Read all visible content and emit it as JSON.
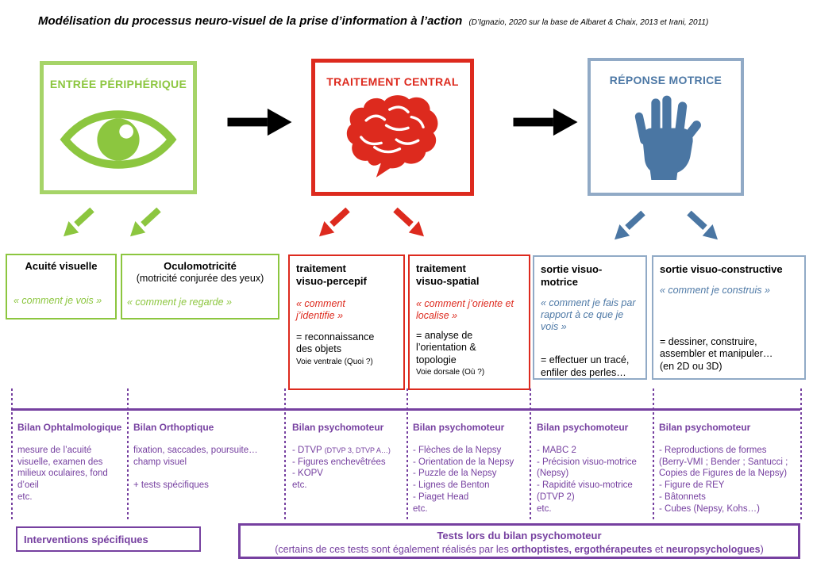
{
  "title": {
    "main": "Modélisation du processus neuro-visuel de la prise d’information à l’action",
    "citation": "(D’Ignazio, 2020  sur la base de Albaret & Chaix, 2013 et Irani, 2011)"
  },
  "colors": {
    "green": "#8cc63f",
    "red": "#dd2a1e",
    "blue": "#4a76a3",
    "purple": "#7640a0"
  },
  "stages": [
    {
      "label": "ENTRÉE PÉRIPHÉRIQUE",
      "icon": "eye-icon"
    },
    {
      "label": "TRAITEMENT CENTRAL",
      "icon": "brain-icon"
    },
    {
      "label": "RÉPONSE MOTRICE",
      "icon": "hand-icon"
    }
  ],
  "subboxes": {
    "acuite": {
      "title": "Acuité visuelle",
      "quote": "« comment je vois »"
    },
    "oculo": {
      "title": "Oculomotricité",
      "subtitle": "(motricité conjurée des yeux)",
      "quote": "« comment je regarde »"
    },
    "percepif": {
      "title": "traitement\nvisuo-percepif",
      "quote": "« comment\nj’identifie »",
      "desc": "= reconnaissance\ndes objets",
      "small": "Voie ventrale (Quoi ?)"
    },
    "spatial": {
      "title": "traitement\nvisuo-spatial",
      "quote": "« comment j’oriente et\nlocalise »",
      "desc": "= analyse de\nl’orientation &\ntopologie",
      "small": "Voie dorsale (Où ?)"
    },
    "motrice": {
      "title": "sortie visuo-motrice",
      "quote": "« comment je fais par\nrapport à ce que je\nvois »",
      "desc": "= effectuer un tracé,\nenfiler des perles…"
    },
    "constructive": {
      "title": "sortie visuo-constructive",
      "quote": "« comment je construis »",
      "desc": "= dessiner, construire,\nassembler et manipuler…\n(en 2D ou 3D)"
    }
  },
  "bilan_columns": [
    {
      "heading": "Bilan Ophtalmologique",
      "body": "mesure de l’acuité\nvisuelle, examen des\nmilieux oculaires, fond\nd’oeil\netc."
    },
    {
      "heading": "Bilan Orthoptique",
      "body": "fixation, saccades, poursuite…\nchamp visuel\n\n+ tests spécifiques"
    },
    {
      "heading": "Bilan psychomoteur",
      "item_dtvp_main": "- DTVP ",
      "item_dtvp_small": "(DTVP 3, DTVP A…)",
      "body": "- Figures enchevêtrées\n- KOPV\netc."
    },
    {
      "heading": "Bilan psychomoteur",
      "body": "- Flèches de la Nepsy\n- Orientation de la Nepsy\n- Puzzle de la Nepsy\n- Lignes de Benton\n- Piaget Head\netc."
    },
    {
      "heading": "Bilan psychomoteur",
      "body": "- MABC 2\n- Précision visuo-motrice\n(Nepsy)\n- Rapidité visuo-motrice\n(DTVP 2)\netc."
    },
    {
      "heading": "Bilan psychomoteur",
      "body": "- Reproductions de formes\n(Berry-VMI ; Bender ; Santucci ;\nCopies de Figures de la Nepsy)\n- Figure de REY\n- Bâtonnets\n- Cubes (Nepsy, Kohs…)"
    }
  ],
  "footer": {
    "interventions": "Interventions spécifiques",
    "tests_title": "Tests lors du bilan psychomoteur",
    "tests_line_prefix": "(certains de ces tests sont également réalisés par les ",
    "tests_bold1": "orthoptistes, ergothérapeutes",
    "tests_mid": " et ",
    "tests_bold2": "neuropsychologues",
    "tests_suffix": ")"
  }
}
